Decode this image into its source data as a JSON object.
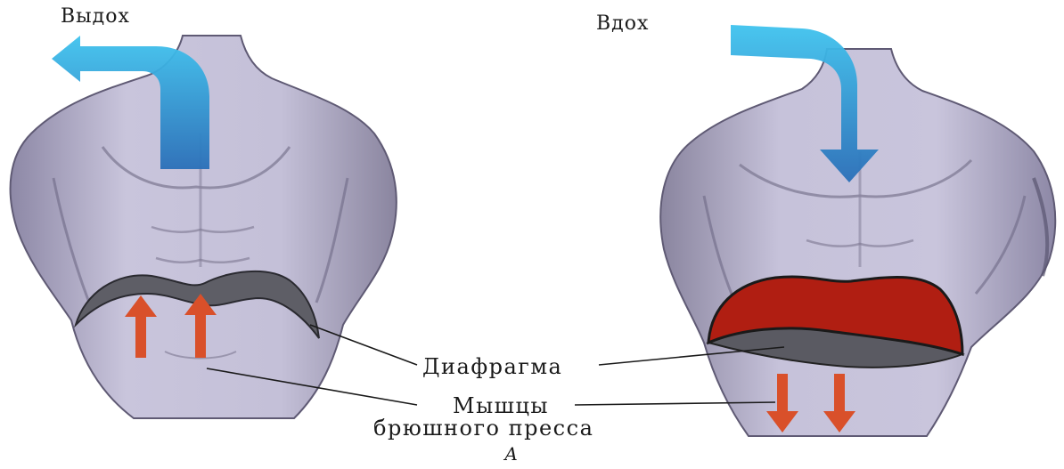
{
  "labels": {
    "exhale": "Выдох",
    "inhale": "Вдох",
    "diaphragm": "Диафрагма",
    "abdominal_line1": "Мышцы",
    "abdominal_line2": "брюшного пресса",
    "figure_letter": "А"
  },
  "colors": {
    "air_arrow": "#2f8fd6",
    "air_arrow_light": "#35b5e8",
    "muscle_arrow": "#d9502a",
    "diaphragm_relaxed": "#5e5e66",
    "diaphragm_contracted": "#b01e12",
    "body": "#b8b3d0",
    "body_shadow": "#7a758f"
  }
}
